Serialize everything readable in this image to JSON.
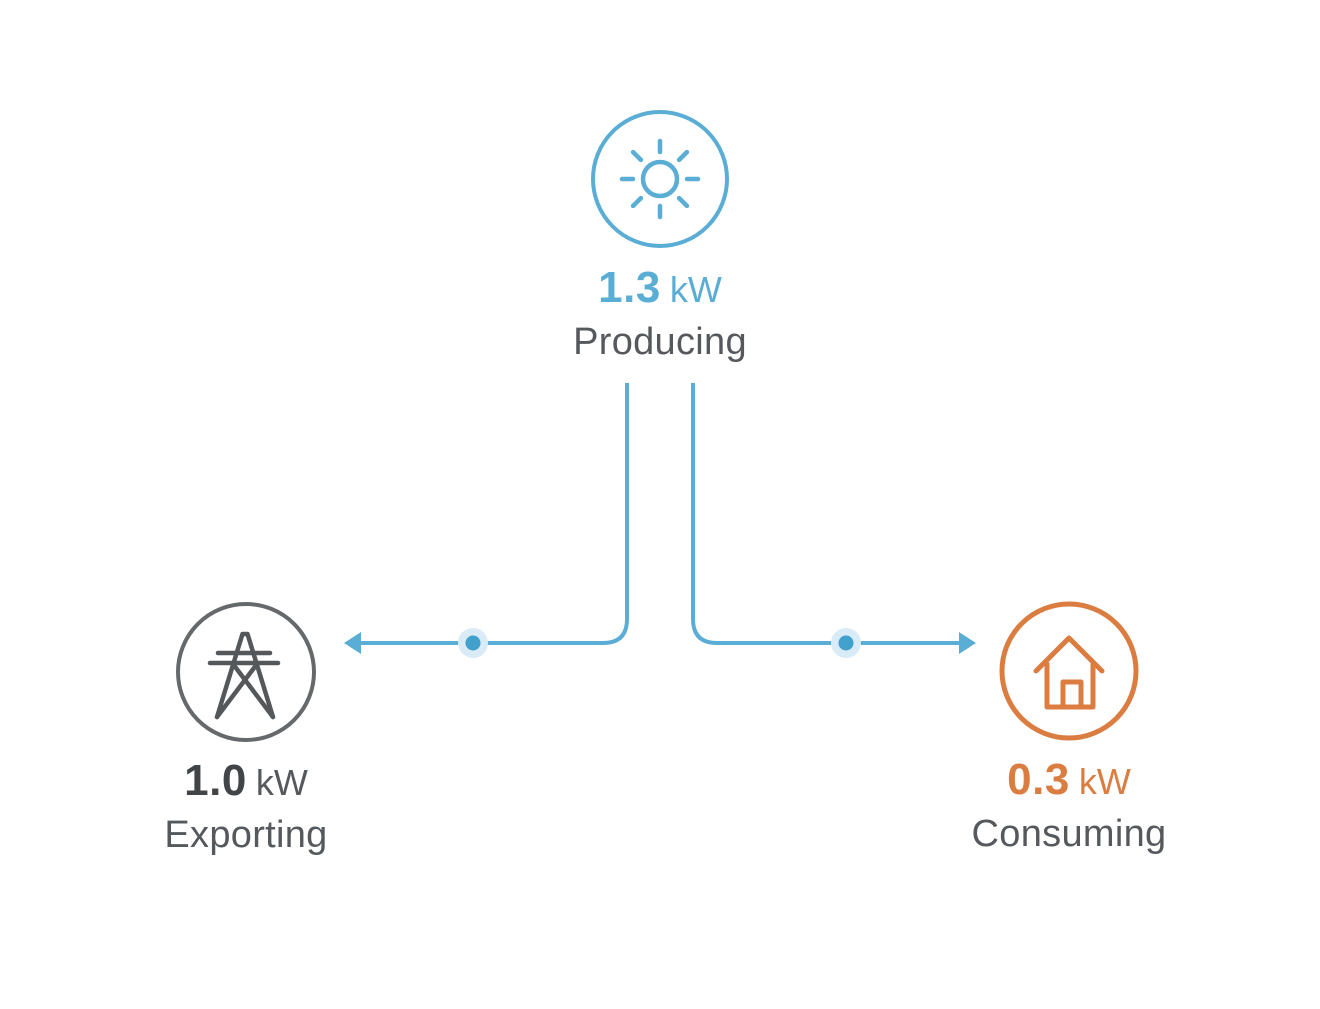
{
  "colors": {
    "producing_blue": "#5AADD4",
    "consuming_orange": "#DB7D40",
    "exporting_ring_gray": "#66696C",
    "icon_gray": "#55585B",
    "text_dark": "#55585C",
    "value_dark": "#424548",
    "flow_line": "#5AADD4",
    "flow_dot": "#41A0CC",
    "flow_dot_halo": "#D9EBF6",
    "background": "#FFFFFF"
  },
  "nodes": {
    "producing": {
      "value": "1.3",
      "unit": "kW",
      "label": "Producing",
      "icon": "sun-icon"
    },
    "exporting": {
      "value": "1.0",
      "unit": "kW",
      "label": "Exporting",
      "icon": "grid-pylon-icon"
    },
    "consuming": {
      "value": "0.3",
      "unit": "kW",
      "label": "Consuming",
      "icon": "house-icon"
    }
  },
  "flows": [
    {
      "from": "producing",
      "to": "exporting",
      "direction": "left"
    },
    {
      "from": "producing",
      "to": "consuming",
      "direction": "right"
    }
  ]
}
